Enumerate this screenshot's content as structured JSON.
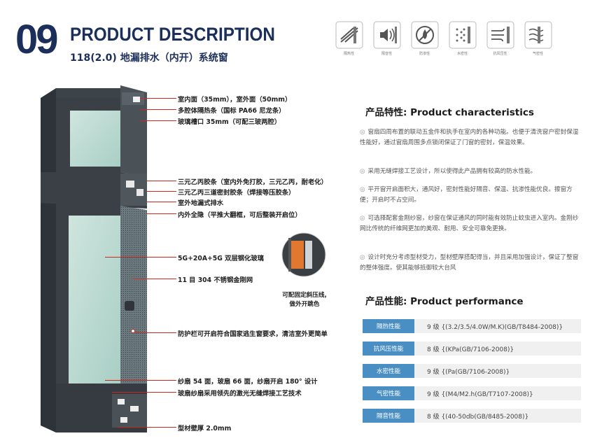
{
  "header": {
    "number": "09",
    "title": "PRODUCT DESCRIPTION",
    "subtitle": "118(2.0) 地漏排水（内开）系统窗"
  },
  "performance_icons": [
    {
      "icon": "insulation-icon",
      "label": "隔热性"
    },
    {
      "icon": "soundproof-icon",
      "label": "隔音性"
    },
    {
      "icon": "waterproof-icon",
      "label": "防渗性"
    },
    {
      "icon": "watertight-icon",
      "label": "水密性"
    },
    {
      "icon": "windpressure-icon",
      "label": "抗风压性"
    },
    {
      "icon": "airtight-icon",
      "label": "气密性"
    }
  ],
  "callouts": [
    "室内面（35mm），室外面（50mm）",
    "多腔体隔热条（国标 PA66 尼龙条）",
    "玻璃槽口 35mm（可配三玻两腔）",
    "三元乙丙胶条（室内外免打胶，三元乙丙，耐老化）",
    "三元乙丙三道密封胶条（焊接等压胶条）",
    "室外地漏式排水",
    "内外全隐（平推大翻框，可后整装开启位）",
    "5G+20A+5G 双层钢化玻璃",
    "11 目 304 不锈钢金刚网",
    "防护栏可开启符合国家逃生窗要求，清洁室外更简单",
    "纱扇 54 面，玻扇 66 面，纱扇开启 180° 设计",
    "玻扇纱扇采用领先的激光无缝焊接工艺技术",
    "型材壁厚 2.0mm"
  ],
  "detail_note": [
    "可配固定斜压线,",
    "做外开跳色"
  ],
  "characteristics": {
    "heading": "产品特性: Product characteristics",
    "items": [
      "窗扇四周布置的联动五金件和执手在室内的各种功能。也便于清洗窗户密封保湿性能好，通过窗扇周围多点锁闭保证了门窗的密封，保温效果。",
      "采用无缝焊接工艺设计，所以使得此产品拥有较高的防水性能。",
      "平开窗开启面积大，通风好，密封性能好隔音、保温、抗渗性能优良。擦窗方便；开启时不占空间。",
      "可选择配套金刚纱窗，纱窗在保证通风的同时能有效防止蚊虫进入室内。金刚纱网比传统的纤维网更加的美观、耐用、安全可靠免更换。",
      "设计时充分考虑型材受力，型材壁厚搭配得当，并且采用加强设计，保证了整窗的整体强度。使其能够抵御较大台风"
    ]
  },
  "performance": {
    "heading": "产品性能: Product performance",
    "rows": [
      {
        "key": "隔热性能",
        "value": "9 级 {(3.2/3.5/4.0W/M.K)(GB/T8484-2008)}"
      },
      {
        "key": "抗风压性能",
        "value": "8 级 {(KPa(GB/7106-2008)}"
      },
      {
        "key": "水密性能",
        "value": "9 级 {(Pa(GB/7106-2008)}"
      },
      {
        "key": "气密性能",
        "value": "9 级 {(M4/M2.h(GB/T7107-2008)}"
      },
      {
        "key": "隔音性能",
        "value": "8 级 {(40-50db(GB/8485-2008)}"
      }
    ]
  }
}
